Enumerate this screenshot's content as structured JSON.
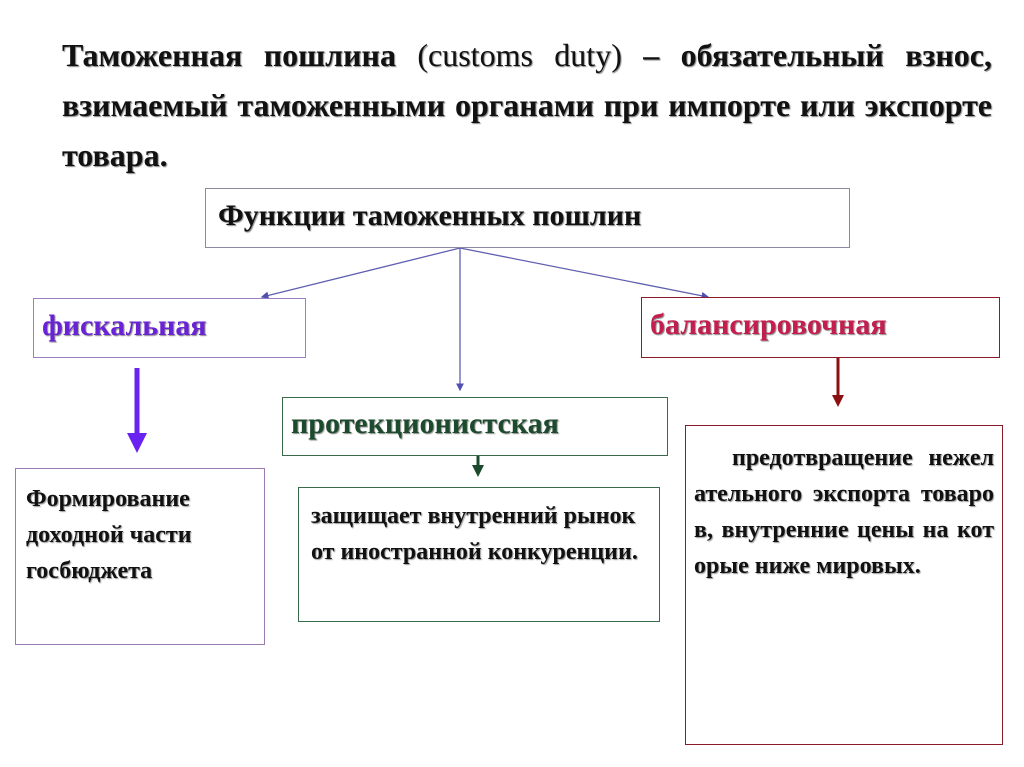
{
  "definition": {
    "term": "Таможенная пошлина",
    "english": "(customs duty)",
    "rest": "– обязательный взнос, взимаемый таможенными органами при импорте или экспорте товара."
  },
  "root": {
    "label": "Функции таможенных пошлин"
  },
  "functions": [
    {
      "label": "фискальная",
      "color": "#6a22d6",
      "description": "Формирование доходной части госбюджета"
    },
    {
      "label": "протекционистская",
      "color": "#1b4a2c",
      "description": "защищает внутренний рынок от иностранной конкуренции."
    },
    {
      "label": "балансировочная",
      "color": "#c41e4e",
      "description": "предотвращение нежелательного экспорта товаров, внутренние цены на которые ниже мировых."
    }
  ]
}
